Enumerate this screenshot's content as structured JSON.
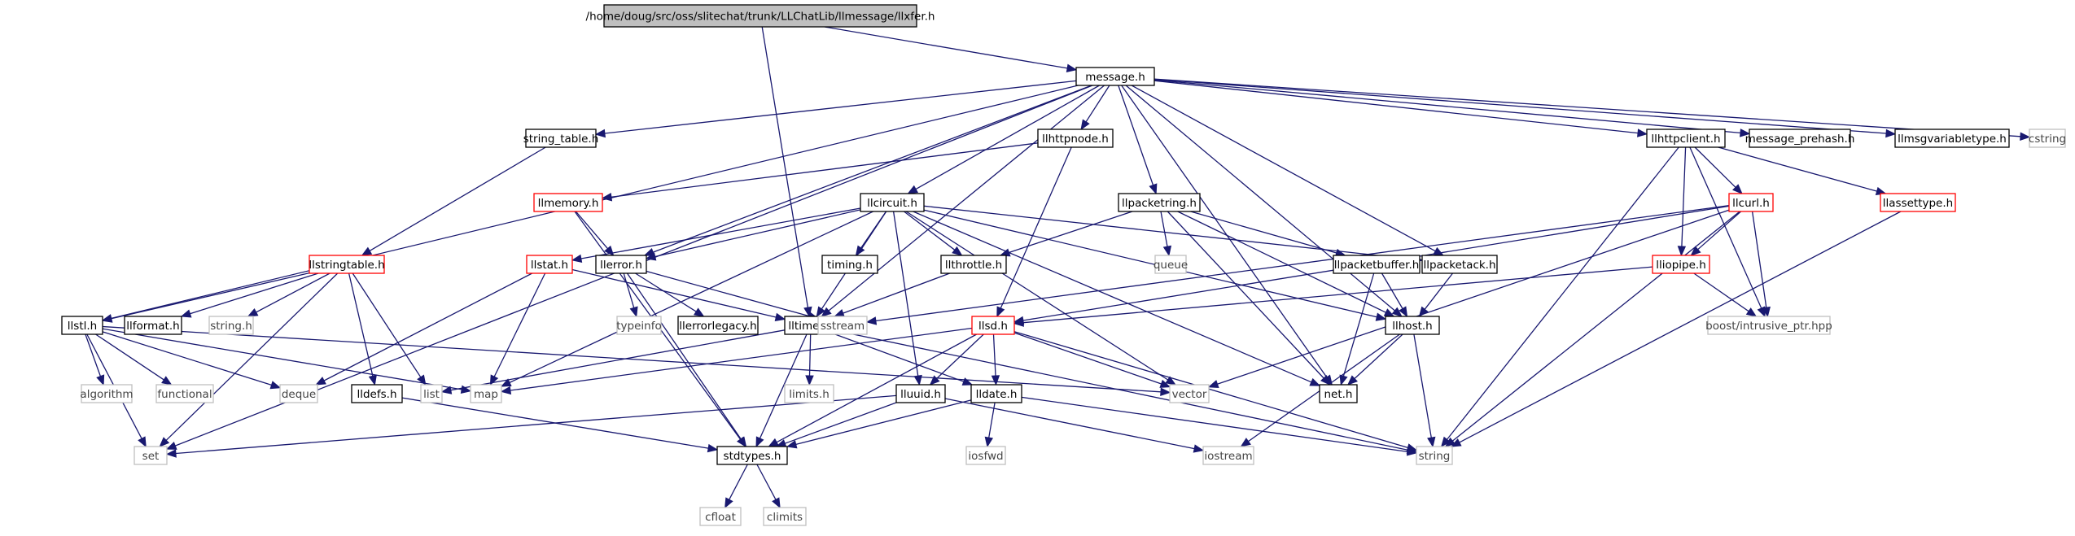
{
  "diagram": {
    "nodes": [
      {
        "id": "root",
        "label": "/home/doug/src/oss/slitechat/trunk/LLChatLib/llmessage/llxfer.h",
        "kind": "root"
      },
      {
        "id": "message",
        "label": "message.h",
        "kind": "normal"
      },
      {
        "id": "string_table",
        "label": "string_table.h",
        "kind": "normal"
      },
      {
        "id": "llhttpnode",
        "label": "llhttpnode.h",
        "kind": "normal"
      },
      {
        "id": "llhttpclient",
        "label": "llhttpclient.h",
        "kind": "normal"
      },
      {
        "id": "message_prehash",
        "label": "message_prehash.h",
        "kind": "normal"
      },
      {
        "id": "llmsgvariabletype",
        "label": "llmsgvariabletype.h",
        "kind": "normal"
      },
      {
        "id": "cstring",
        "label": "cstring",
        "kind": "ext"
      },
      {
        "id": "llmemory",
        "label": "llmemory.h",
        "kind": "red"
      },
      {
        "id": "llcircuit",
        "label": "llcircuit.h",
        "kind": "normal"
      },
      {
        "id": "llpacketring",
        "label": "llpacketring.h",
        "kind": "normal"
      },
      {
        "id": "llcurl",
        "label": "llcurl.h",
        "kind": "red"
      },
      {
        "id": "llassettype",
        "label": "llassettype.h",
        "kind": "red"
      },
      {
        "id": "llstringtable",
        "label": "llstringtable.h",
        "kind": "red"
      },
      {
        "id": "llstat",
        "label": "llstat.h",
        "kind": "red"
      },
      {
        "id": "llerror",
        "label": "llerror.h",
        "kind": "normal"
      },
      {
        "id": "timing",
        "label": "timing.h",
        "kind": "normal"
      },
      {
        "id": "llthrottle",
        "label": "llthrottle.h",
        "kind": "normal"
      },
      {
        "id": "queue",
        "label": "queue",
        "kind": "ext"
      },
      {
        "id": "llpacketbuffer",
        "label": "llpacketbuffer.h",
        "kind": "normal"
      },
      {
        "id": "llpacketack",
        "label": "llpacketack.h",
        "kind": "normal"
      },
      {
        "id": "lliopipe",
        "label": "lliopipe.h",
        "kind": "red"
      },
      {
        "id": "llstl",
        "label": "llstl.h",
        "kind": "normal"
      },
      {
        "id": "llformat",
        "label": "llformat.h",
        "kind": "normal"
      },
      {
        "id": "stringh",
        "label": "string.h",
        "kind": "ext"
      },
      {
        "id": "typeinfo",
        "label": "typeinfo",
        "kind": "ext"
      },
      {
        "id": "llerrorlegacy",
        "label": "llerrorlegacy.h",
        "kind": "normal"
      },
      {
        "id": "lltimer",
        "label": "lltimer.h",
        "kind": "normal"
      },
      {
        "id": "sstream",
        "label": "sstream",
        "kind": "ext"
      },
      {
        "id": "llsd",
        "label": "llsd.h",
        "kind": "red"
      },
      {
        "id": "llhost",
        "label": "llhost.h",
        "kind": "normal"
      },
      {
        "id": "boost",
        "label": "boost/intrusive_ptr.hpp",
        "kind": "ext"
      },
      {
        "id": "algorithm",
        "label": "algorithm",
        "kind": "ext"
      },
      {
        "id": "functional",
        "label": "functional",
        "kind": "ext"
      },
      {
        "id": "deque",
        "label": "deque",
        "kind": "ext"
      },
      {
        "id": "lldefs",
        "label": "lldefs.h",
        "kind": "normal"
      },
      {
        "id": "list",
        "label": "list",
        "kind": "ext"
      },
      {
        "id": "map",
        "label": "map",
        "kind": "ext"
      },
      {
        "id": "limits",
        "label": "limits.h",
        "kind": "ext"
      },
      {
        "id": "lluuid",
        "label": "lluuid.h",
        "kind": "normal"
      },
      {
        "id": "lldate",
        "label": "lldate.h",
        "kind": "normal"
      },
      {
        "id": "vector",
        "label": "vector",
        "kind": "ext"
      },
      {
        "id": "neth",
        "label": "net.h",
        "kind": "normal"
      },
      {
        "id": "set",
        "label": "set",
        "kind": "ext"
      },
      {
        "id": "stdtypes",
        "label": "stdtypes.h",
        "kind": "normal"
      },
      {
        "id": "iosfwd",
        "label": "iosfwd",
        "kind": "ext"
      },
      {
        "id": "iostream",
        "label": "iostream",
        "kind": "ext"
      },
      {
        "id": "string",
        "label": "string",
        "kind": "ext"
      },
      {
        "id": "cfloat",
        "label": "cfloat",
        "kind": "ext"
      },
      {
        "id": "climits",
        "label": "climits",
        "kind": "ext"
      }
    ],
    "edges": [
      [
        "root",
        "message"
      ],
      [
        "root",
        "lltimer"
      ],
      [
        "message",
        "string_table"
      ],
      [
        "message",
        "llhttpnode"
      ],
      [
        "message",
        "llhttpclient"
      ],
      [
        "message",
        "message_prehash"
      ],
      [
        "message",
        "llmsgvariabletype"
      ],
      [
        "message",
        "cstring"
      ],
      [
        "message",
        "llcircuit"
      ],
      [
        "message",
        "llpacketring"
      ],
      [
        "message",
        "llerror"
      ],
      [
        "message",
        "lltimer"
      ],
      [
        "message",
        "llstl"
      ],
      [
        "message",
        "set"
      ],
      [
        "message",
        "llpacketack"
      ],
      [
        "message",
        "llhost"
      ],
      [
        "message",
        "neth"
      ],
      [
        "string_table",
        "llstringtable"
      ],
      [
        "llhttpnode",
        "llmemory"
      ],
      [
        "llhttpnode",
        "llsd"
      ],
      [
        "llhttpclient",
        "llcurl"
      ],
      [
        "llhttpclient",
        "lliopipe"
      ],
      [
        "llhttpclient",
        "llassettype"
      ],
      [
        "llhttpclient",
        "boost"
      ],
      [
        "llhttpclient",
        "string"
      ],
      [
        "llmemory",
        "llerror"
      ],
      [
        "llmemory",
        "stdtypes"
      ],
      [
        "llcircuit",
        "llstat"
      ],
      [
        "llcircuit",
        "llerror"
      ],
      [
        "llcircuit",
        "timing"
      ],
      [
        "llcircuit",
        "llthrottle"
      ],
      [
        "llcircuit",
        "lltimer"
      ],
      [
        "llcircuit",
        "map"
      ],
      [
        "llcircuit",
        "vector"
      ],
      [
        "llcircuit",
        "llpacketack"
      ],
      [
        "llcircuit",
        "llhost"
      ],
      [
        "llcircuit",
        "neth"
      ],
      [
        "llcircuit",
        "lluuid"
      ],
      [
        "llpacketring",
        "queue"
      ],
      [
        "llpacketring",
        "llthrottle"
      ],
      [
        "llpacketring",
        "llpacketbuffer"
      ],
      [
        "llpacketring",
        "llhost"
      ],
      [
        "llpacketring",
        "neth"
      ],
      [
        "llcurl",
        "lliopipe"
      ],
      [
        "llcurl",
        "llsd"
      ],
      [
        "llcurl",
        "boost"
      ],
      [
        "llcurl",
        "vector"
      ],
      [
        "llcurl",
        "string"
      ],
      [
        "llcurl",
        "sstream"
      ],
      [
        "llassettype",
        "string"
      ],
      [
        "llstringtable",
        "llstl"
      ],
      [
        "llstringtable",
        "llformat"
      ],
      [
        "llstringtable",
        "stringh"
      ],
      [
        "llstringtable",
        "lldefs"
      ],
      [
        "llstringtable",
        "list"
      ],
      [
        "llstringtable",
        "set"
      ],
      [
        "llstat",
        "lltimer"
      ],
      [
        "llstat",
        "deque"
      ],
      [
        "llstat",
        "map"
      ],
      [
        "llerror",
        "typeinfo"
      ],
      [
        "llerror",
        "llerrorlegacy"
      ],
      [
        "llerror",
        "sstream"
      ],
      [
        "llerror",
        "stdtypes"
      ],
      [
        "llthrottle",
        "lltimer"
      ],
      [
        "llpacketbuffer",
        "llhost"
      ],
      [
        "llpacketbuffer",
        "neth"
      ],
      [
        "llpacketack",
        "llhost"
      ],
      [
        "lliopipe",
        "llsd"
      ],
      [
        "lliopipe",
        "boost"
      ],
      [
        "llstl",
        "algorithm"
      ],
      [
        "llstl",
        "functional"
      ],
      [
        "llstl",
        "deque"
      ],
      [
        "llstl",
        "map"
      ],
      [
        "llstl",
        "set"
      ],
      [
        "llstl",
        "vector"
      ],
      [
        "lltimer",
        "stdtypes"
      ],
      [
        "lltimer",
        "limits"
      ],
      [
        "lltimer",
        "list"
      ],
      [
        "lltimer",
        "lldate"
      ],
      [
        "lltimer",
        "string"
      ],
      [
        "llsd",
        "map"
      ],
      [
        "llsd",
        "lluuid"
      ],
      [
        "llsd",
        "lldate"
      ],
      [
        "llsd",
        "stdtypes"
      ],
      [
        "llsd",
        "vector"
      ],
      [
        "llsd",
        "string"
      ],
      [
        "llhost",
        "neth"
      ],
      [
        "llhost",
        "string"
      ],
      [
        "llhost",
        "iostream"
      ],
      [
        "lldefs",
        "stdtypes"
      ],
      [
        "lluuid",
        "stdtypes"
      ],
      [
        "lluuid",
        "iostream"
      ],
      [
        "lluuid",
        "set"
      ],
      [
        "lldate",
        "stdtypes"
      ],
      [
        "lldate",
        "iosfwd"
      ],
      [
        "lldate",
        "string"
      ],
      [
        "stdtypes",
        "cfloat"
      ],
      [
        "stdtypes",
        "climits"
      ]
    ]
  }
}
